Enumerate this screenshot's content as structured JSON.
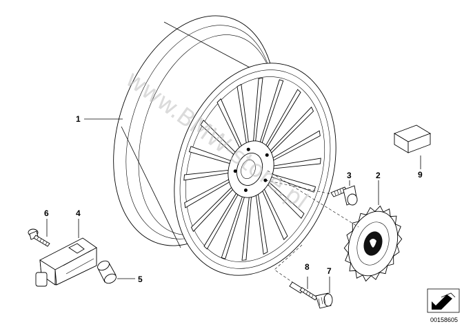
{
  "diagram": {
    "callouts": [
      {
        "id": "callout-1",
        "label": "1"
      },
      {
        "id": "callout-2",
        "label": "2"
      },
      {
        "id": "callout-3",
        "label": "3"
      },
      {
        "id": "callout-4",
        "label": "4"
      },
      {
        "id": "callout-5",
        "label": "5"
      },
      {
        "id": "callout-6",
        "label": "6"
      },
      {
        "id": "callout-7",
        "label": "7"
      },
      {
        "id": "callout-8",
        "label": "8"
      },
      {
        "id": "callout-9",
        "label": "9"
      }
    ],
    "watermark": "www.BMW-store.pl",
    "document_number": "00158605",
    "colors": {
      "line": "#000000",
      "background": "#ffffff",
      "watermark": "#bfbfbf"
    }
  }
}
